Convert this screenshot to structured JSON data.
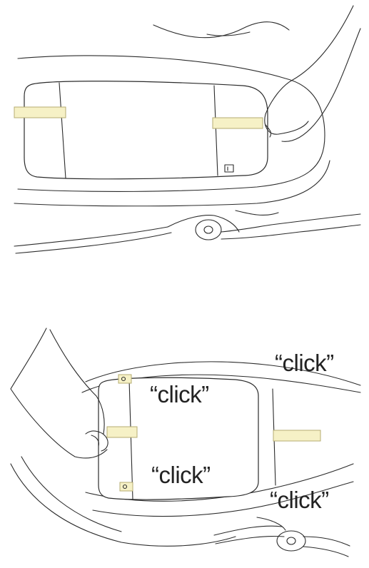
{
  "labels": {
    "click_1": "“click”",
    "click_2": "“click”",
    "click_3": "“click”",
    "click_4": "“click”"
  },
  "colors": {
    "strap_fill": "#f6f1c6",
    "strap_stroke": "#b5ac72",
    "line": "#2b2b2b"
  },
  "icons": {
    "tag": "care-label-icon"
  }
}
